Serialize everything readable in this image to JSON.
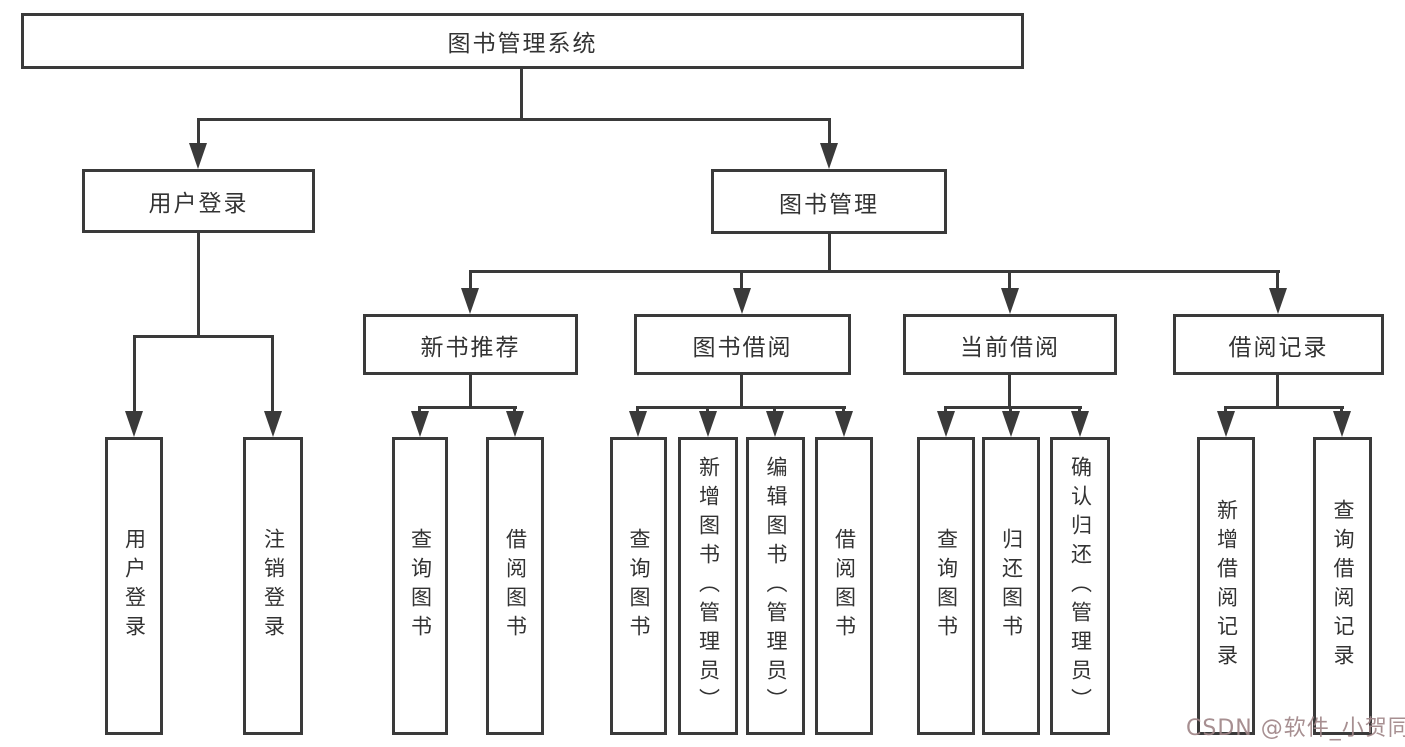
{
  "diagram": {
    "root_label": "图书管理系统",
    "user_login": {
      "label": "用户登录",
      "children": [
        "用户登录",
        "注销登录"
      ]
    },
    "book_management": {
      "label": "图书管理",
      "groups": [
        {
          "label": "新书推荐",
          "children": [
            "查询图书",
            "借阅图书"
          ]
        },
        {
          "label": "图书借阅",
          "children": [
            "查询图书",
            "新增图书（管理员）",
            "编辑图书（管理员）",
            "借阅图书"
          ]
        },
        {
          "label": "当前借阅",
          "children": [
            "查询图书",
            "归还图书",
            "确认归还（管理员）"
          ]
        },
        {
          "label": "借阅记录",
          "children": [
            "新增借阅记录",
            "查询借阅记录"
          ]
        }
      ]
    }
  },
  "watermark": {
    "text": "CSDN @软件_小贺同学",
    "color": "#a08688"
  },
  "colors": {
    "line": "#3a3a3a",
    "box_border": "#3a3a3a",
    "box_fill": "#ffffff",
    "text": "#333333",
    "background": "#ffffff"
  }
}
